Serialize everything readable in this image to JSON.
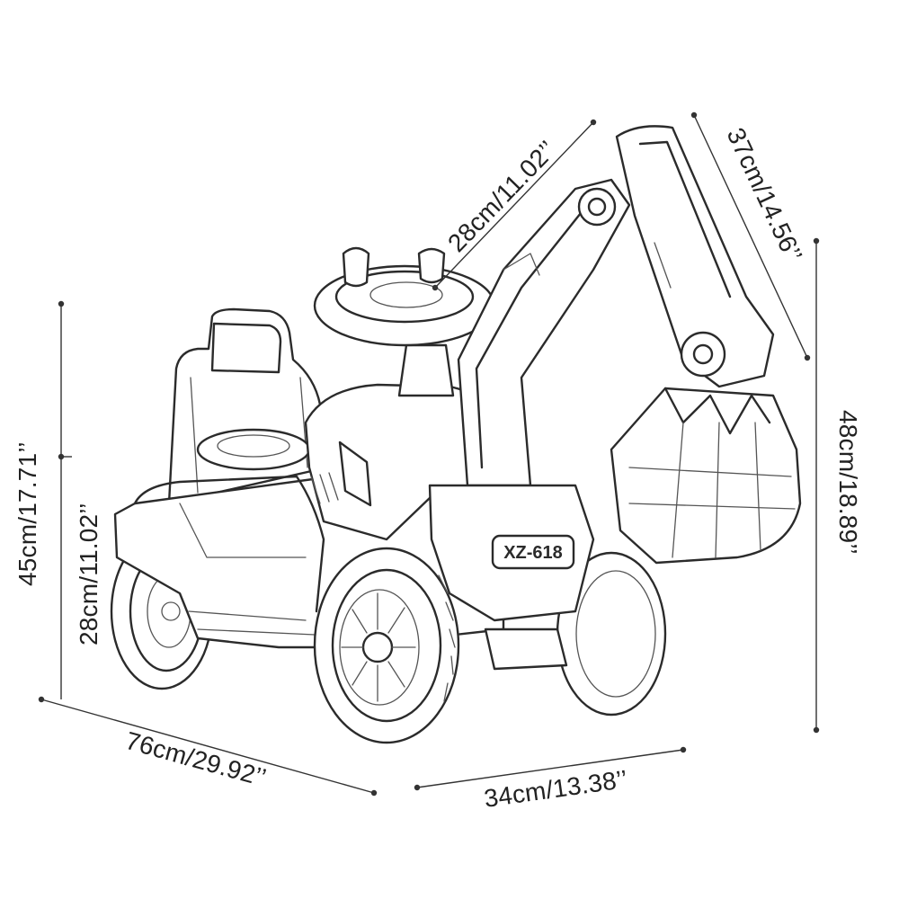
{
  "product": {
    "model_badge": "XZ-618"
  },
  "dimensions": {
    "overall_length": "76cm/29.92’’",
    "overall_width": "34cm/13.38’’",
    "overall_height": "48cm/18.89’’",
    "seat_back_height": "45cm/17.71’’",
    "seat_height": "28cm/11.02’’",
    "arm_upper_length": "28cm/11.02’’",
    "arm_lower_length": "37cm/14.56’’"
  },
  "colors": {
    "line": "#2b2b2b",
    "dimension_line": "#333333",
    "text": "#222222",
    "background": "#ffffff"
  }
}
